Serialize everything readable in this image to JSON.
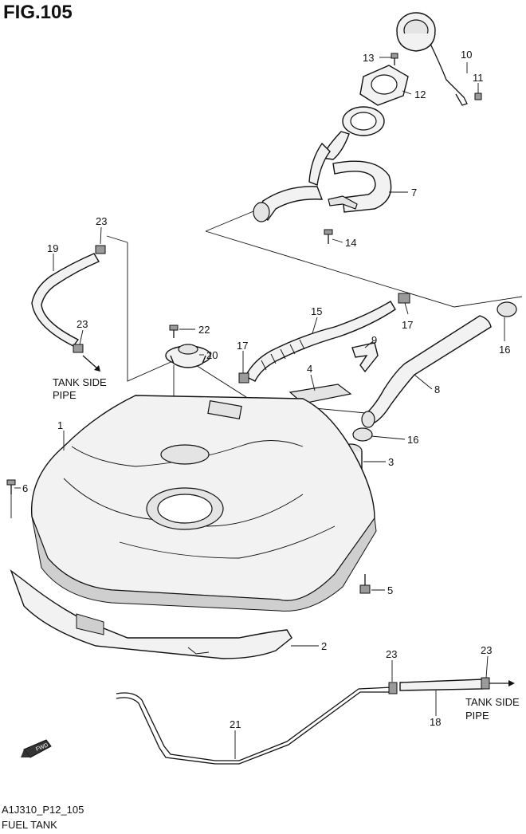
{
  "figure": {
    "title": "FIG.105"
  },
  "footer": {
    "code": "A1J310_P12_105",
    "caption": "FUEL TANK"
  },
  "notes": {
    "tank_side_pipe_upper_l1": "TANK SIDE",
    "tank_side_pipe_upper_l2": "PIPE",
    "tank_side_pipe_lower_l1": "TANK SIDE",
    "tank_side_pipe_lower_l2": "PIPE"
  },
  "direction_arrow": {
    "label": "FWD"
  },
  "callouts": {
    "c1": "1",
    "c2": "2",
    "c3": "3",
    "c4": "4",
    "c5": "5",
    "c6": "6",
    "c7": "7",
    "c8": "8",
    "c9": "9",
    "c10": "10",
    "c11": "11",
    "c12": "12",
    "c13": "13",
    "c14": "14",
    "c15": "15",
    "c16a": "16",
    "c16b": "16",
    "c17a": "17",
    "c17b": "17",
    "c18": "18",
    "c19": "19",
    "c20": "20",
    "c21": "21",
    "c22": "22",
    "c23a": "23",
    "c23b": "23",
    "c23c": "23",
    "c23d": "23"
  }
}
